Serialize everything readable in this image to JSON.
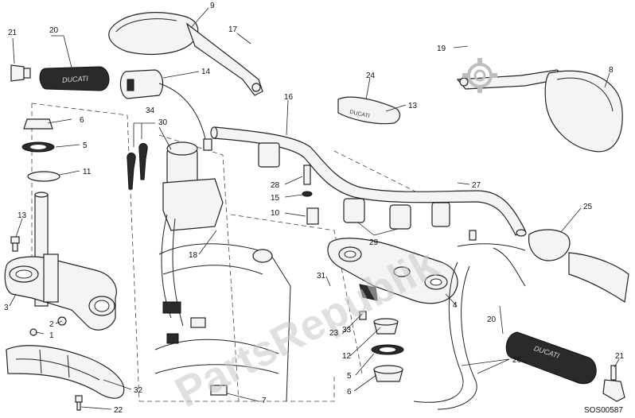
{
  "watermark": "PartsRepublik",
  "drawing_code": "SOS00587",
  "callouts": [
    {
      "id": "c21a",
      "label": "21"
    },
    {
      "id": "c20a",
      "label": "20"
    },
    {
      "id": "c9",
      "label": "9"
    },
    {
      "id": "c17",
      "label": "17"
    },
    {
      "id": "c14",
      "label": "14"
    },
    {
      "id": "c34",
      "label": "34"
    },
    {
      "id": "c30",
      "label": "30"
    },
    {
      "id": "c6a",
      "label": "6"
    },
    {
      "id": "c5a",
      "label": "5"
    },
    {
      "id": "c11",
      "label": "11"
    },
    {
      "id": "c13a",
      "label": "13"
    },
    {
      "id": "c3",
      "label": "3"
    },
    {
      "id": "c2",
      "label": "2"
    },
    {
      "id": "c1",
      "label": "1"
    },
    {
      "id": "c32",
      "label": "32"
    },
    {
      "id": "c22",
      "label": "22"
    },
    {
      "id": "c18",
      "label": "18"
    },
    {
      "id": "c7",
      "label": "7"
    },
    {
      "id": "c16",
      "label": "16"
    },
    {
      "id": "c24",
      "label": "24"
    },
    {
      "id": "c13b",
      "label": "13"
    },
    {
      "id": "c19",
      "label": "19"
    },
    {
      "id": "c8",
      "label": "8"
    },
    {
      "id": "c28",
      "label": "28"
    },
    {
      "id": "c15",
      "label": "15"
    },
    {
      "id": "c10",
      "label": "10"
    },
    {
      "id": "c27",
      "label": "27"
    },
    {
      "id": "c29",
      "label": "29"
    },
    {
      "id": "c25",
      "label": "25"
    },
    {
      "id": "c31",
      "label": "31"
    },
    {
      "id": "c4",
      "label": "4"
    },
    {
      "id": "c23",
      "label": "23"
    },
    {
      "id": "c33",
      "label": "33"
    },
    {
      "id": "c12",
      "label": "12"
    },
    {
      "id": "c5b",
      "label": "5"
    },
    {
      "id": "c6b",
      "label": "6"
    },
    {
      "id": "c20b",
      "label": "20"
    },
    {
      "id": "c26",
      "label": "26"
    },
    {
      "id": "c21b",
      "label": "21"
    }
  ],
  "grip_brand": "DUCATI",
  "colors": {
    "line": "#222222",
    "watermark": "#c8c8c8",
    "background": "#ffffff"
  },
  "icons": [
    "gear-icon"
  ]
}
